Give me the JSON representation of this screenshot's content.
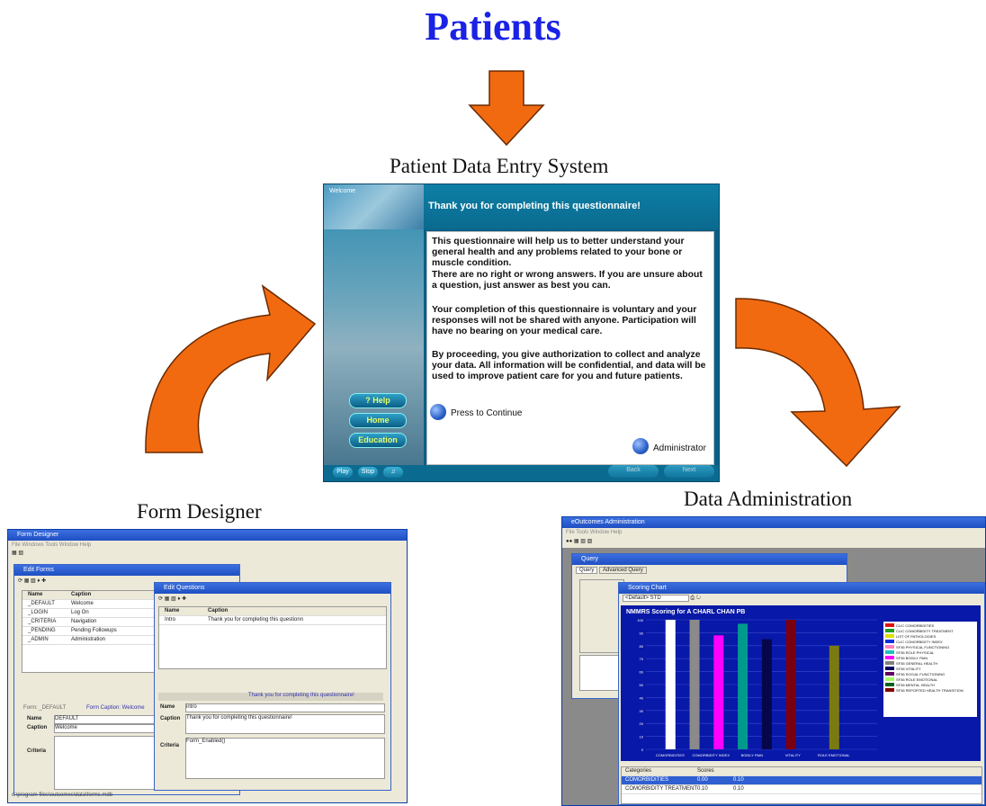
{
  "title": "Patients",
  "captions": {
    "entry": "Patient Data Entry System",
    "designer": "Form Designer",
    "admin": "Data Administration"
  },
  "colors": {
    "title": "#1a22e6",
    "arrow": "#f26a10",
    "arrow_outline": "#6a2a00"
  },
  "entry_screen": {
    "heading": "Thank you for completing this questionnaire!",
    "logo": "Welcome",
    "paragraphs": [
      "This questionnaire will help us to better understand your general health and any problems related to your bone or muscle condition.",
      "There are no right or wrong answers.  If you are unsure about a question, just answer as best you can.",
      "Your completion of this questionnaire is voluntary and your responses will not be shared with anyone. Participation will have no bearing on your medical care.",
      "By proceeding, you give authorization to collect and analyze your data. All information will be confidential, and data will be used to improve patient care for you and future patients."
    ],
    "continue_label": "Press to Continue",
    "admin_label": "Administrator",
    "side_buttons": [
      "? Help",
      "Home",
      "Education"
    ],
    "nav_left": [
      "Play",
      "Stop"
    ],
    "nav_right": [
      "Back",
      "Next"
    ]
  },
  "designer": {
    "title": "Form Designer",
    "menu": "File  Windows  Tools  Window  Help",
    "edit_forms_title": "Edit Forms",
    "columns": [
      "Name",
      "Caption"
    ],
    "rows": [
      [
        "_DEFAULT",
        "Welcome"
      ],
      [
        "_LOGIN",
        "Log On"
      ],
      [
        "_CRITERIA",
        "Navigation"
      ],
      [
        "_PENDING",
        "Pending Followups"
      ],
      [
        "_ADMIN",
        "Administration"
      ]
    ],
    "form_label": "Form: _DEFAULT",
    "form_caption": "Form Caption: Welcome",
    "fields": {
      "name_label": "Name",
      "name_value": "DEFAULT",
      "caption_label": "Caption",
      "caption_value": "Welcome",
      "criteria_label": "Criteria"
    },
    "questions_title": "Edit Questions",
    "q_columns": [
      "Name",
      "Caption"
    ],
    "q_rows": [
      [
        "Intro",
        "Thank you for completing this questionn"
      ]
    ],
    "q_fields": {
      "name_label": "Name",
      "name_value": "intro",
      "caption_label": "Caption",
      "caption_value": "Thank you for completing this questionnaire!",
      "criteria_label": "Criteria",
      "criteria_value": "Form_Enabled()"
    },
    "status": "c:\\program files\\outcomes\\data\\forms.mdb"
  },
  "admin": {
    "title": "eOutcomes Administration",
    "menu": "File  Tools  Window  Help",
    "query_title": "Query",
    "query_tabs": [
      "Query",
      "Advanced Query"
    ],
    "chart_window_title": "Scoring Chart",
    "chart_select": "<Default> STD",
    "table_headers": [
      "Categories",
      "Scores"
    ],
    "table_rows": [
      [
        "COMORBIDITIES",
        "0.00",
        "0.10"
      ],
      [
        "COMORBIDITY TREATMENT",
        "0.10",
        "0.10"
      ]
    ]
  },
  "chart_data": {
    "type": "bar",
    "title": "NMMRS Scoring for A CHARL CHAN PB",
    "ylim": [
      0,
      100
    ],
    "yticks": [
      0,
      10,
      20,
      30,
      40,
      50,
      60,
      70,
      80,
      90,
      100
    ],
    "categories": [
      "COMORBIDITIES",
      "COMORBIDITY INDEX",
      "BODILY PAIN",
      "VITALITY",
      "ROLE EMOTIONAL"
    ],
    "series": [
      {
        "name": "WHITE",
        "color": "#ffffff",
        "x": 1,
        "value": 100
      },
      {
        "name": "GRAY",
        "color": "#8a8a8a",
        "x": 1.5,
        "value": 100
      },
      {
        "name": "MAGENTA",
        "color": "#ff00ff",
        "x": 2,
        "value": 88
      },
      {
        "name": "TEAL",
        "color": "#009a8c",
        "x": 2.5,
        "value": 97
      },
      {
        "name": "NAVY",
        "color": "#06064a",
        "x": 3,
        "value": 85
      },
      {
        "name": "MAROON",
        "color": "#7a0010",
        "x": 3.5,
        "value": 100
      },
      {
        "name": "OLIVE",
        "color": "#7a7a10",
        "x": 4.4,
        "value": 80
      }
    ],
    "legend": [
      {
        "label": "CLIC COMORBIDITIES",
        "color": "#e01010"
      },
      {
        "label": "CLIC COMORBIDITY TREATMENT",
        "color": "#20a020"
      },
      {
        "label": "LIST OF PATHOLOGIES",
        "color": "#e0e000"
      },
      {
        "label": "CLIC COMORBIDITY INDEX",
        "color": "#1030e0"
      },
      {
        "label": "SF36 PHYSICAL FUNCTIONING",
        "color": "#ff80c0"
      },
      {
        "label": "SF36 ROLE PHYSICAL",
        "color": "#20c0c0"
      },
      {
        "label": "SF36 BODILY PAIN",
        "color": "#ff00ff"
      },
      {
        "label": "SF36 GENERAL HEALTH",
        "color": "#808080"
      },
      {
        "label": "SF36 VITALITY",
        "color": "#000060"
      },
      {
        "label": "SF36 SOCIAL FUNCTIONING",
        "color": "#600060"
      },
      {
        "label": "SF36 ROLE EMOTIONAL",
        "color": "#a0ff60"
      },
      {
        "label": "SF36 MENTAL HEALTH",
        "color": "#006020"
      },
      {
        "label": "SF36 REPORTED HEALTH TRANSITION",
        "color": "#800000"
      }
    ]
  }
}
